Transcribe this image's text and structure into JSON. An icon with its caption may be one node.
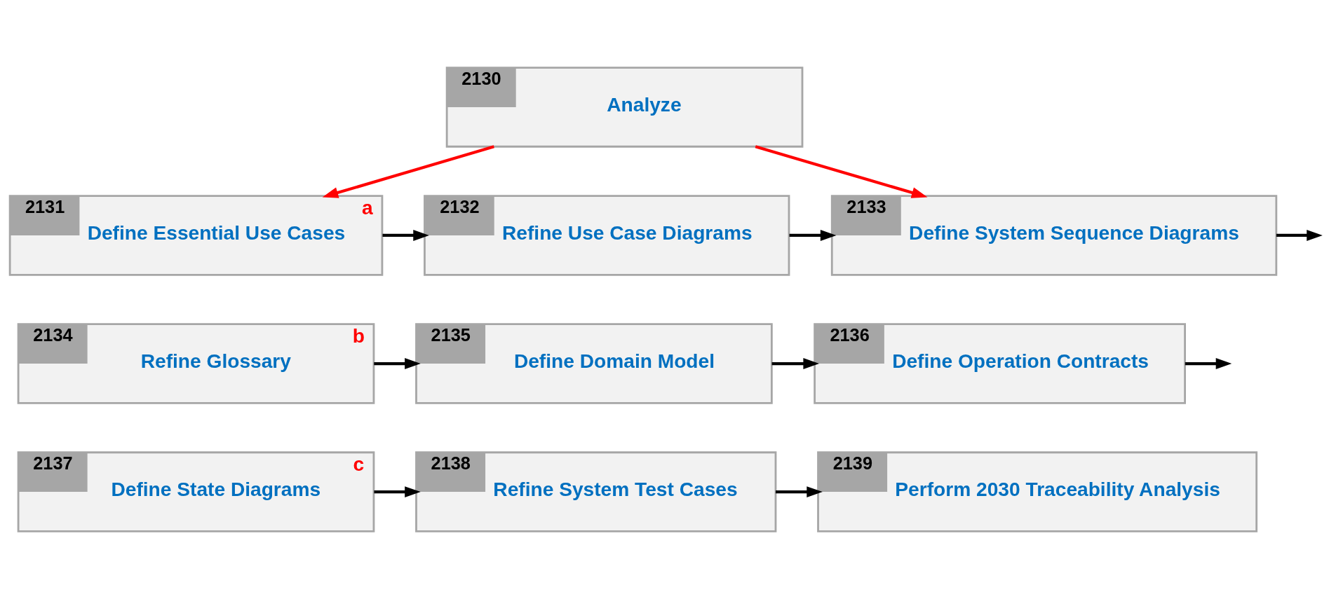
{
  "diagram": {
    "nodes": [
      {
        "text": [
          "2130",
          "Analyze"
        ]
      },
      {
        "text": [
          "2131",
          "Define Essential Use Cases",
          "a"
        ]
      },
      {
        "text": [
          "2132",
          "Refine Use Case Diagrams"
        ]
      },
      {
        "text": [
          "2133",
          "Define System Sequence Diagrams"
        ]
      },
      {
        "text": [
          "2134",
          "Refine Glossary",
          "b"
        ]
      },
      {
        "text": [
          "2135",
          "Define Domain Model"
        ]
      },
      {
        "text": [
          "2136",
          "Define Operation Contracts"
        ]
      },
      {
        "text": [
          "2137",
          "Define State Diagrams",
          "c"
        ]
      },
      {
        "text": [
          "2138",
          "Refine System Test Cases"
        ]
      },
      {
        "text": [
          "2139",
          "Perform 2030 Traceability Analysis"
        ]
      }
    ],
    "edges": [
      {
        "from": 0,
        "to": 1,
        "arrow": "to",
        "color": "#ff0000"
      },
      {
        "from": 0,
        "to": 3,
        "arrow": "to",
        "color": "#ff0000"
      },
      {
        "from": 1,
        "to": 2,
        "arrow": "to"
      },
      {
        "from": 2,
        "to": 3,
        "arrow": "to"
      },
      {
        "from": 3,
        "to": null,
        "arrow": "to"
      },
      {
        "from": 4,
        "to": 5,
        "arrow": "to"
      },
      {
        "from": 5,
        "to": 6,
        "arrow": "to"
      },
      {
        "from": 6,
        "to": null,
        "arrow": "to"
      },
      {
        "from": 7,
        "to": 8,
        "arrow": "to"
      },
      {
        "from": 8,
        "to": 9,
        "arrow": "to"
      }
    ]
  }
}
